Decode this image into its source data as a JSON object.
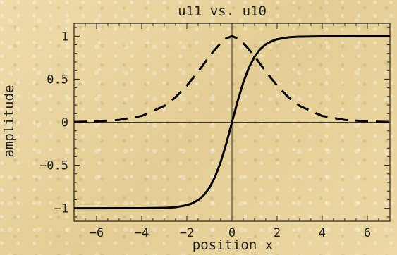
{
  "chart_data": {
    "type": "line",
    "title": "u11 vs. u10",
    "xlabel": "position x",
    "ylabel": "amplitude",
    "xlim": [
      -7,
      7
    ],
    "ylim": [
      -1.15,
      1.15
    ],
    "x_ticks": [
      -6,
      -4,
      -2,
      0,
      2,
      4,
      6
    ],
    "x_tick_labels": [
      "−6",
      "−4",
      "−2",
      "0",
      "2",
      "4",
      "6"
    ],
    "y_ticks": [
      -1,
      -0.5,
      0,
      0.5,
      1
    ],
    "y_tick_labels": [
      "−1",
      "−0.5",
      "0",
      "0.5",
      "1"
    ],
    "grid": false,
    "x": [
      -7,
      -6,
      -5,
      -4,
      -3,
      -2.5,
      -2,
      -1.75,
      -1.5,
      -1.25,
      -1,
      -0.75,
      -0.5,
      -0.25,
      0,
      0.25,
      0.5,
      0.75,
      1,
      1.25,
      1.5,
      1.75,
      2,
      2.5,
      3,
      4,
      5,
      6,
      7
    ],
    "series": [
      {
        "style": "solid",
        "values": [
          -1,
          -1,
          -0.999,
          -0.999,
          -0.995,
          -0.987,
          -0.964,
          -0.941,
          -0.905,
          -0.848,
          -0.762,
          -0.635,
          -0.462,
          -0.245,
          0,
          0.245,
          0.462,
          0.635,
          0.762,
          0.848,
          0.905,
          0.941,
          0.964,
          0.987,
          0.995,
          0.999,
          0.999,
          1,
          1
        ]
      },
      {
        "style": "dashed",
        "values": [
          0.003,
          0.01,
          0.027,
          0.073,
          0.189,
          0.29,
          0.426,
          0.506,
          0.59,
          0.676,
          0.768,
          0.845,
          0.92,
          0.975,
          1,
          0.975,
          0.92,
          0.845,
          0.768,
          0.676,
          0.59,
          0.506,
          0.426,
          0.29,
          0.189,
          0.073,
          0.027,
          0.01,
          0.003
        ]
      }
    ],
    "colors": {
      "curves": "#000000",
      "frame": "#222222",
      "axes": "#333333"
    }
  }
}
